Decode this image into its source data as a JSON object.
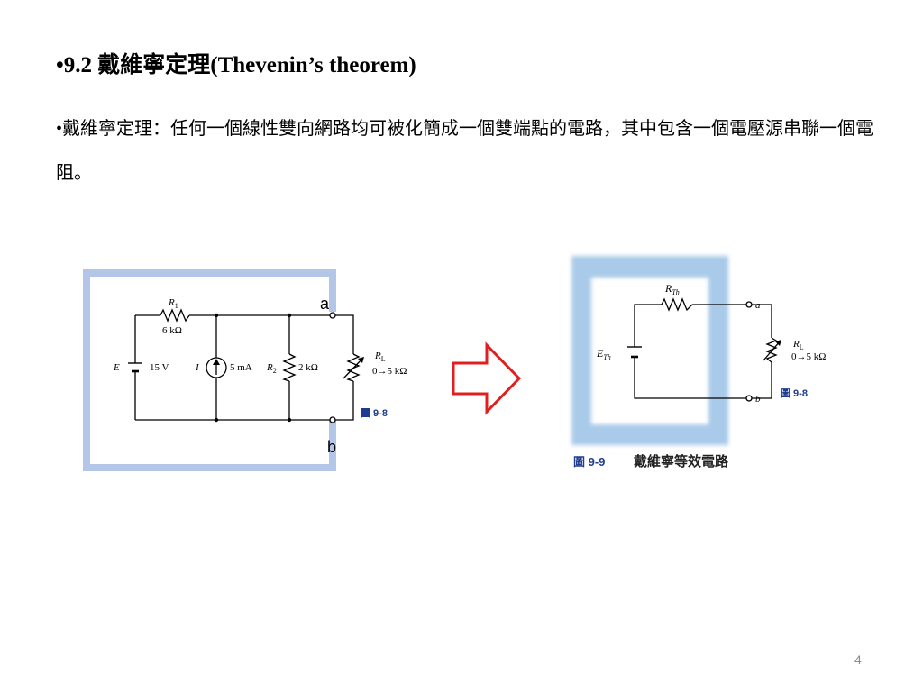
{
  "slide": {
    "title_bullet": "•",
    "title": "9.2 戴維寧定理(Thevenin’s theorem)",
    "body_bullet": "•",
    "body": "戴維寧定理：任何一個線性雙向網路均可被化簡成一個雙端點的電路，其中包含一個電壓源串聯一個電阻。",
    "page_number": "4"
  },
  "colors": {
    "frame_blue": "#b4c6e7",
    "panel_blue": "#a9cbe9",
    "arrow_red": "#e02020",
    "caption_blue": "#1f3d8f"
  },
  "circuit_left": {
    "r1_name": "R",
    "r1_sub": "1",
    "r1_value": "6 kΩ",
    "source_e": "E",
    "source_e_value": "15 V",
    "current_i": "I",
    "current_value": "5 mA",
    "r2_name": "R",
    "r2_sub": "2",
    "r2_value": "2 kΩ",
    "rl_name": "R",
    "rl_sub": "L",
    "rl_range": "0→5 kΩ",
    "terminal_a": "a",
    "terminal_b": "b",
    "figure_label": "圖 9-8"
  },
  "circuit_right": {
    "rth_name": "R",
    "rth_sub": "Th",
    "eth_name": "E",
    "eth_sub": "Th",
    "rl_name": "R",
    "rl_sub": "L",
    "rl_range": "0→5 kΩ",
    "terminal_a": "a",
    "terminal_b": "b",
    "figure_label": "圖 9-8",
    "caption_label": "圖 9-9",
    "caption_text": "戴維寧等效電路"
  }
}
